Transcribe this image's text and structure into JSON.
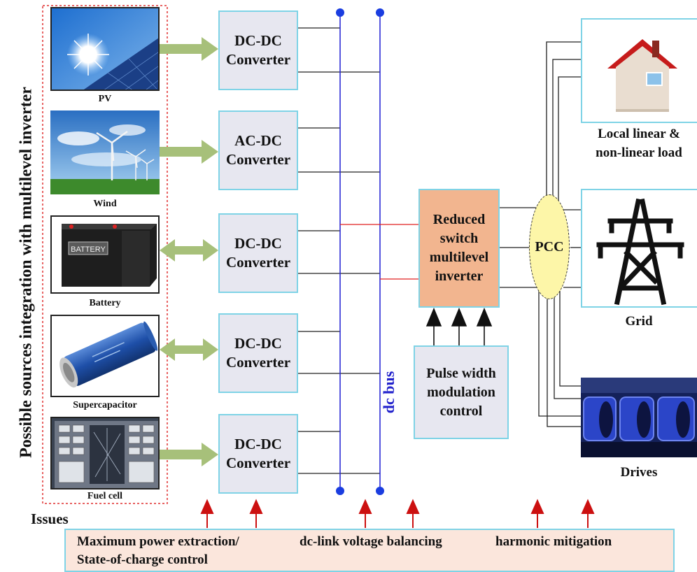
{
  "side_title": "Possible sources integration with multilevel inverter",
  "sources": [
    {
      "label": "PV",
      "icon": "solar-panel-icon"
    },
    {
      "label": "Wind",
      "icon": "wind-turbine-icon"
    },
    {
      "label": "Battery",
      "icon": "battery-icon",
      "image_text": "BATTERY"
    },
    {
      "label": "Supercapacitor",
      "icon": "supercapacitor-icon"
    },
    {
      "label": "Fuel cell",
      "icon": "fuel-cell-icon"
    }
  ],
  "converters": [
    "DC-DC\nConverter",
    "AC-DC\nConverter",
    "DC-DC\nConverter",
    "DC-DC\nConverter",
    "DC-DC\nConverter"
  ],
  "bus_label": "dc bus",
  "inverter_label": "Reduced\nswitch\nmultilevel\ninverter",
  "pwm_label": "Pulse width\nmodulation\ncontrol",
  "pcc_label": "PCC",
  "loads": [
    {
      "label": "Local linear &\nnon-linear load",
      "icon": "house-icon"
    },
    {
      "label": "Grid",
      "icon": "transmission-tower-icon"
    },
    {
      "label": "Drives",
      "icon": "motor-drives-icon"
    }
  ],
  "issues_title": "Issues",
  "issues": [
    "Maximum power extraction/\n  State-of-charge control",
    "dc-link voltage balancing",
    "harmonic mitigation"
  ],
  "colors": {
    "converter_fill": "#e7e7f0",
    "box_border": "#7fd3e6",
    "bus_line": "#2b2bd6",
    "bus_node": "#1a3de0",
    "inverter_fill": "#f2b58f",
    "pcc_fill": "#fdf6a8",
    "issue_fill": "#fbe6dc",
    "arrow_green": "#a7c07a",
    "issue_arrow": "#cc1010",
    "link_red": "#e02020"
  }
}
